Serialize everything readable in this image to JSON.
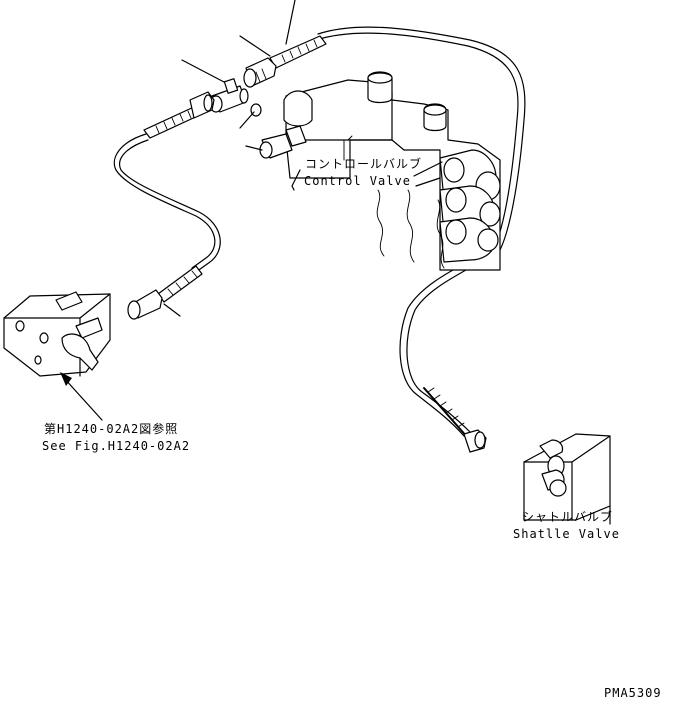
{
  "labels": {
    "control_valve_jp": "コントロールバルブ",
    "control_valve_en": "Control Valve",
    "ref_jp": "第H1240-02A2図参照",
    "ref_en": "See Fig.H1240-02A2",
    "shuttle_valve_jp": "シャトルバルブ",
    "shuttle_valve_en": "Shatlle Valve",
    "drawing_code": "PMA5309"
  }
}
